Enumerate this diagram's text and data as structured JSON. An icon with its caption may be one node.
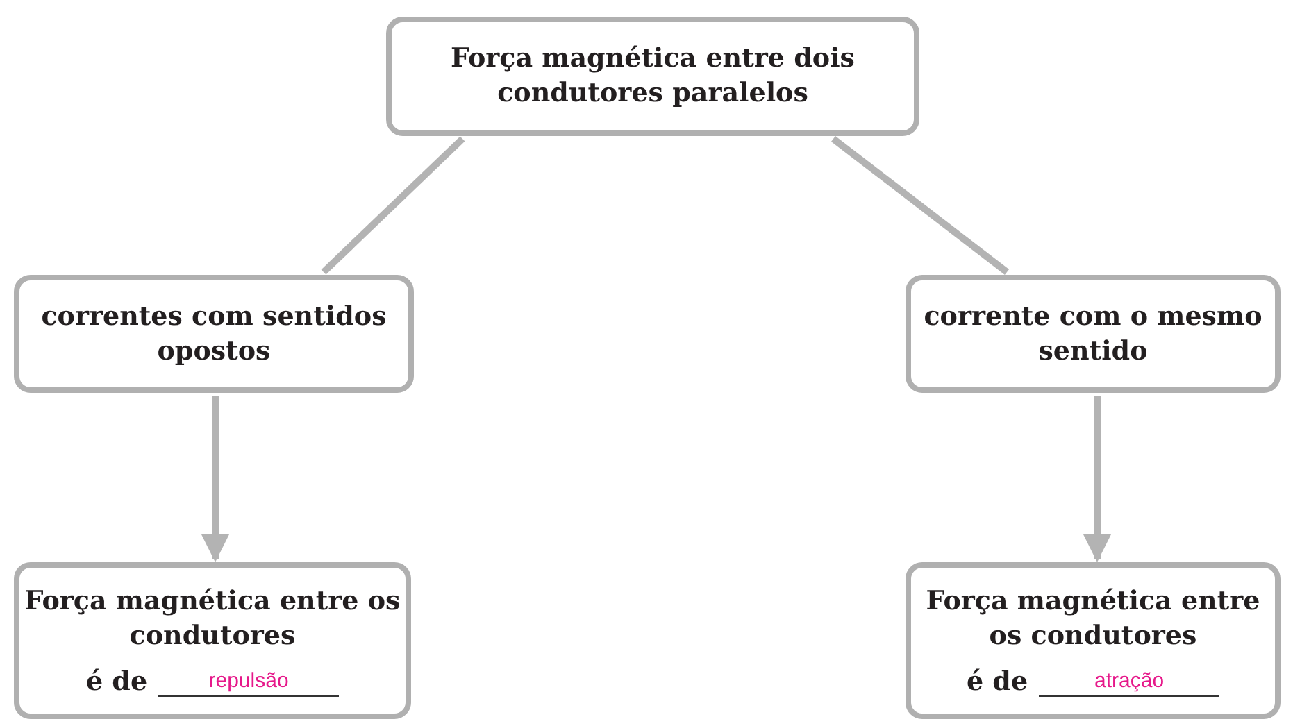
{
  "diagram": {
    "nodes": [
      {
        "text": [
          "Força magnética entre dois condutores paralelos"
        ]
      },
      {
        "text": [
          "correntes com sentidos opostos"
        ]
      },
      {
        "text": [
          "corrente com o mesmo sentido"
        ]
      },
      {
        "text": [
          "Força magnética entre os condutores",
          "é de",
          "repulsão"
        ]
      },
      {
        "text": [
          "Força magnética entre os condutores",
          "é de",
          "atração"
        ]
      }
    ],
    "edges": [
      {
        "from": 0,
        "to": 1,
        "arrow": "none"
      },
      {
        "from": 0,
        "to": 2,
        "arrow": "none"
      },
      {
        "from": 1,
        "to": 3,
        "arrow": "to"
      },
      {
        "from": 2,
        "to": 4,
        "arrow": "to"
      }
    ]
  }
}
